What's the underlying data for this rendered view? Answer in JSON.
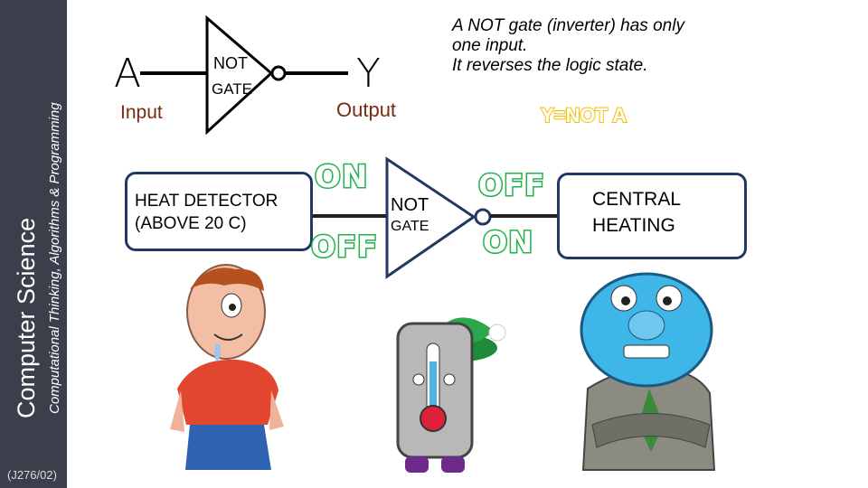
{
  "sidebar": {
    "title": "Computer Science",
    "subtitle": "Computational Thinking, Algorithms & Programming",
    "code": "(J276/02)"
  },
  "top_gate": {
    "input_letter": "A",
    "output_letter": "Y",
    "gate_label_1": "NOT",
    "gate_label_2": "GATE",
    "input_label": "Input",
    "output_label": "Output"
  },
  "note": {
    "line1": "A NOT gate (inverter) has only",
    "line2": "one input.",
    "line3": "It reverses the logic state."
  },
  "formula": "Y=NOT A",
  "detector": {
    "line1": "HEAT DETECTOR",
    "line2": "(ABOVE 20 C)"
  },
  "heating": {
    "line1": "CENTRAL",
    "line2": "HEATING"
  },
  "middle_gate": {
    "gate_label_1": "NOT",
    "gate_label_2": "GATE",
    "input_on": "ON",
    "input_off": "OFF",
    "output_off": "OFF",
    "output_on": "ON"
  },
  "colors": {
    "sidebar": "#3a3f4b",
    "state_outline": "#22b14c",
    "box_border": "#1f3864",
    "formula": "#f0c000"
  }
}
